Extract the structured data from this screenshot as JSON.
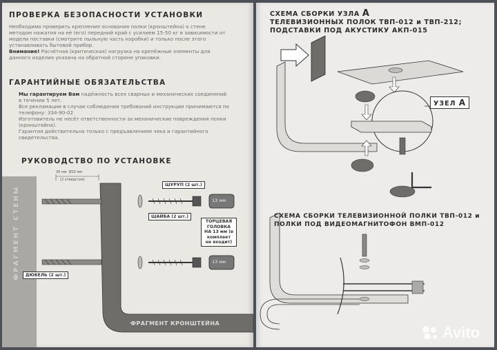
{
  "left": {
    "safety": {
      "title": "ПРОВЕРКА БЕЗОПАСНОСТИ УСТАНОВКИ",
      "p1": "Необходимо проверить крепление основания полки (кронштейна) к стене методом нажатия на её (его) передний край с усилием 15-50 кг в зависимости от модели поставки (смотрите пыльную часть коробки) и только после этого устанавливать бытовой прибор.",
      "attention_label": "Внимание!",
      "p2": "Расчётная (критическая) нагрузка на крепёжные элементы для данного изделия указана на обратной стороне упаковки."
    },
    "warranty": {
      "title": "ГАРАНТИЙНЫЕ ОБЯЗАТЕЛЬСТВА",
      "bold": "Мы гарантируем Вам",
      "p1": "надёжность всех сварных и механических соединений в течении 5 лет.",
      "p2": "Все рекламации в случае соблюдения требований инструкции принимаются по телефону: 334-90-02",
      "p3": "Изготовитель не несёт ответственности за механические повреждения полки (кронштейна).",
      "p4": "Гарантия действительна только с предъявлением чека и гарантийного свидетельства."
    },
    "install": {
      "title": "РУКОВОДСТВО ПО УСТАНОВКЕ",
      "dim1": "30 мм",
      "dim2": "Ø10 мм",
      "dim_note": "(2 отверстия)",
      "screw": "ШУРУП (2 шт.)",
      "washer": "ШАЙБА (2 шт.)",
      "socket": "ТОРЦЕВАЯ ГОЛОВКА НА 13 мм (в комплект не входит)",
      "nut": "13 мм",
      "dowel": "ДЮБЕЛЬ (2 шт.)",
      "bracket": "ФРАГМЕНТ КРОНШТЕЙНА",
      "wall": "ФРАГМЕНТ СТЕНЫ"
    }
  },
  "right": {
    "nodeA": {
      "title_prefix": "СХЕМА СБОРКИ УЗЛА",
      "title_letter": "А",
      "title_rest": "ТЕЛЕВИЗИОННЫХ ПОЛОК ТВП-012 и ТВП-212; ПОДСТАВКИ ПОД АКУСТИКУ АКП-015",
      "callout": "УЗЕЛ",
      "callout_letter": "А"
    },
    "tv": {
      "title": "СХЕМА СБОРКИ ТЕЛЕВИЗИОННОЙ ПОЛКИ ТВП-012 и ПОЛКИ ПОД ВИДЕОМАГНИТОФОН ВМП-012"
    },
    "watermark": "Avito"
  },
  "colors": {
    "paper": "#e9e8e3",
    "wall": "#a9a8a4",
    "bracket": "#6e6d6a",
    "ink": "#2e2e2e",
    "watermark": "#ffffff"
  }
}
